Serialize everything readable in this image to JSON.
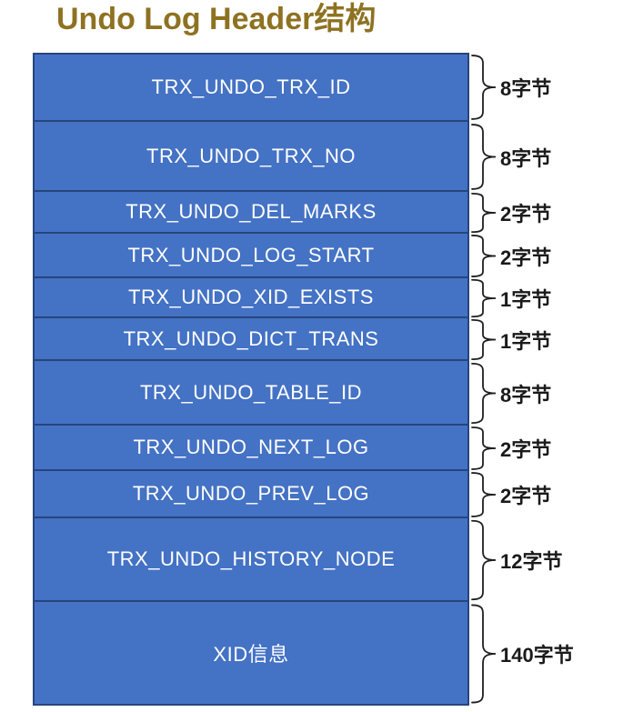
{
  "title": "Undo Log Header结构",
  "diagram": {
    "rows": [
      {
        "label": "TRX_UNDO_TRX_ID",
        "size": "8字节"
      },
      {
        "label": "TRX_UNDO_TRX_NO",
        "size": "8字节"
      },
      {
        "label": "TRX_UNDO_DEL_MARKS",
        "size": "2字节"
      },
      {
        "label": "TRX_UNDO_LOG_START",
        "size": "2字节"
      },
      {
        "label": "TRX_UNDO_XID_EXISTS",
        "size": "1字节"
      },
      {
        "label": "TRX_UNDO_DICT_TRANS",
        "size": "1字节"
      },
      {
        "label": "TRX_UNDO_TABLE_ID",
        "size": "8字节"
      },
      {
        "label": "TRX_UNDO_NEXT_LOG",
        "size": "2字节"
      },
      {
        "label": "TRX_UNDO_PREV_LOG",
        "size": "2字节"
      },
      {
        "label": "TRX_UNDO_HISTORY_NODE",
        "size": "12字节"
      },
      {
        "label": "XID信息",
        "size": "140字节"
      }
    ]
  },
  "colors": {
    "box_fill": "#4472C4",
    "box_border": "#26457C",
    "title": "#8E7222",
    "box_text": "#FFFFFF",
    "size_label": "#1A1A1A",
    "brace": "#1F1F1F"
  }
}
